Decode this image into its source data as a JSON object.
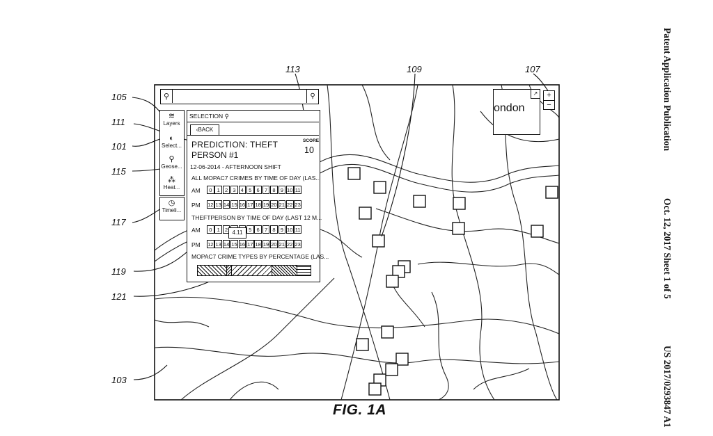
{
  "figure": {
    "caption": "FIG. 1A",
    "header": {
      "publication": "Patent Application Publication",
      "date_sheet": "Oct. 12, 2017  Sheet 1 of 5",
      "number": "US 2017/0293847 A1"
    },
    "refs": {
      "r105": "105",
      "r111": "111",
      "r101": "101",
      "r115": "115",
      "r117": "117",
      "r119": "119",
      "r121": "121",
      "r103": "103",
      "r113": "113",
      "r109": "109",
      "r107": "107"
    }
  },
  "search": {
    "placeholder": "",
    "left_icon": "pin-icon",
    "right_icon": "search-icon"
  },
  "toolbar": {
    "layers": "Layers",
    "select": "Select...",
    "geose": "Geose...",
    "heat": "Heat...",
    "timeline": "Timeli..."
  },
  "selection": {
    "title": "SELECTION",
    "back": "BACK",
    "prediction": "PREDICTION:  THEFT",
    "person": "PERSON #1",
    "score_label": "SCORE",
    "score_value": "10",
    "date": "12-06-2014 - AFTERNOON SHIFT",
    "chart1_title": "ALL MOPAC7 CRIMES BY TIME OF DAY (LAS...",
    "chart2_title": "THEFTPERSON BY TIME OF DAY (LAST 12 M...",
    "chart3_title": "MOPAC7 CRIME TYPES BY PERCENTAGE (LAS...",
    "am_label": "AM",
    "pm_label": "PM",
    "am_hours": [
      "0",
      "1",
      "2",
      "3",
      "4",
      "5",
      "6",
      "7",
      "8",
      "9",
      "10",
      "11"
    ],
    "pm_hours": [
      "12",
      "13",
      "14",
      "15",
      "16",
      "17",
      "18",
      "19",
      "20",
      "21",
      "22",
      "23"
    ],
    "tooltip": "4.11"
  },
  "minimap": {
    "label": "ondon"
  },
  "zoom": {
    "plus": "+",
    "minus": "−"
  }
}
